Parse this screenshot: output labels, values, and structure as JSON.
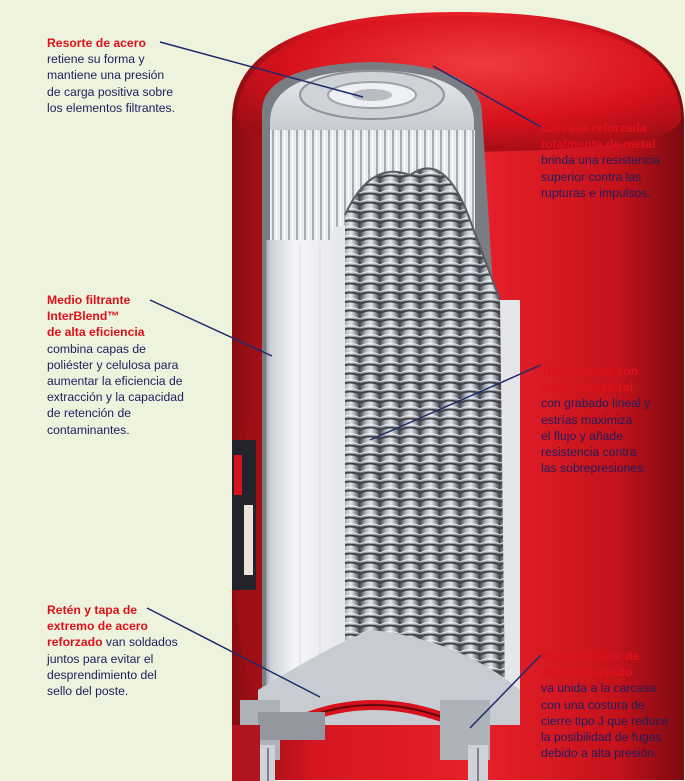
{
  "colors": {
    "background": "#eef3dd",
    "heading_red": "#e0101b",
    "body_navy": "#1d1e5e",
    "leader_line": "#1d2a6b",
    "housing_red": "#d8121c"
  },
  "callouts": {
    "spring": {
      "heading_lines": [
        "Resorte de acero"
      ],
      "body_lines": [
        "retiene su forma y",
        "mantiene una presión",
        "de carga positiva sobre",
        "los elementos filtrantes."
      ]
    },
    "housing": {
      "heading_lines": [
        "Carcasa reforzada",
        "totalmente de metal"
      ],
      "body_lines": [
        "brinda una resistencia",
        "superior contra las",
        "rupturas e impulsos."
      ]
    },
    "media": {
      "heading_lines": [
        "Medio filtrante",
        "InterBlend™",
        "de alta eficiencia"
      ],
      "body_lines": [
        "combina capas de",
        "poliéster y celulosa para",
        "aumentar la eficiencia de",
        "extracción y la capacidad",
        "de retención de",
        "contaminantes."
      ]
    },
    "center_tube": {
      "heading_lines": [
        "Tubo central con",
        "rejilla en espiral"
      ],
      "body_lines": [
        "con grabado lineal y",
        "estrías maximiza",
        "el flujo y añade",
        "resistencia contra",
        "las sobrepresiones."
      ]
    },
    "retainer": {
      "heading_lines": [
        "Retén y tapa de",
        "extremo de acero"
      ],
      "mixed_line": {
        "bold": "reforzado",
        "rest": " van soldados"
      },
      "body_lines": [
        "juntos para evitar el",
        "desprendimiento del",
        "sello del poste."
      ]
    },
    "base_plate": {
      "heading_lines": [
        "Placa de base de",
        "acero reforzado"
      ],
      "body_lines": [
        "va unida a la carcasa",
        "con una costura de",
        "cierre tipo J que reduce",
        "la posibilidad de fugas",
        "debido a alta presión."
      ]
    }
  }
}
